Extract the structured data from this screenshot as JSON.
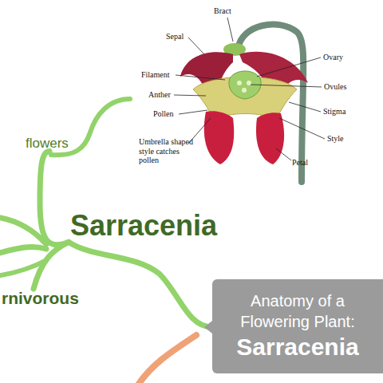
{
  "diagram": {
    "nodes": [
      {
        "text": [
          "Sarracenia"
        ]
      },
      {
        "text": [
          "flowers"
        ]
      },
      {
        "text": [
          "rnivorous"
        ]
      },
      {
        "text": [
          "Anatomy of a Flowering Plant:",
          "Sarracenia"
        ]
      }
    ],
    "edges": [
      {
        "from": 0,
        "to": 1,
        "arrow": "none"
      },
      {
        "from": 0,
        "to": 2,
        "arrow": "none"
      },
      {
        "from": 0,
        "to": 3,
        "arrow": "none"
      }
    ],
    "labels": [
      "Sepal",
      "Bract",
      "Ovary",
      "Filament",
      "Ovules",
      "Anther",
      "Stigma",
      "Pollen",
      "Umbrella shaped style catches pollen",
      "Style",
      "Petal"
    ]
  }
}
